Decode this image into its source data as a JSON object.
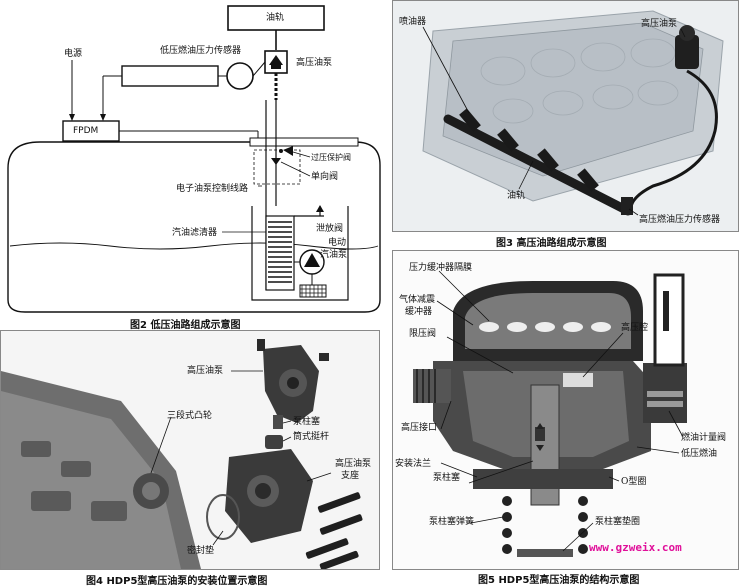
{
  "fig2": {
    "caption": "图2  低压油路组成示意图",
    "labels": {
      "fuel_rail": "油轨",
      "power": "电源",
      "lp_sensor": "低压燃油压力传感器",
      "hp_pump": "高压油泵",
      "fpdm": "FPDM",
      "overpressure_valve": "过压保护阀",
      "check_valve": "单向阀",
      "control_line": "电子油泵控制线路",
      "filter": "汽油滤清器",
      "relief_valve": "泄放阀",
      "electric_pump_1": "电动",
      "electric_pump_2": "汽油泵"
    }
  },
  "fig3": {
    "caption": "图3  高压油路组成示意图",
    "labels": {
      "injector": "喷油器",
      "hp_pump": "高压油泵",
      "fuel_rail": "油轨",
      "hp_sensor": "高压燃油压力传感器"
    }
  },
  "fig4": {
    "caption": "图4  HDP5型高压油泵的安装位置示意图",
    "labels": {
      "hp_pump": "高压油泵",
      "cam": "三段式凸轮",
      "plunger": "泵柱塞",
      "tappet": "筒式挺杆",
      "bracket_1": "高压油泵",
      "bracket_2": "支座",
      "gasket": "密封垫"
    }
  },
  "fig5": {
    "caption": "图5  HDP5型高压油泵的结构示意图",
    "labels": {
      "buffer_diaphragm": "压力缓冲器隔膜",
      "damper_1": "气体减震",
      "damper_2": "缓冲器",
      "pressure_limit_valve": "限压阀",
      "hp_chamber": "高压腔",
      "hp_port": "高压接口",
      "metering_valve": "燃油计量阀",
      "mount_flange": "安装法兰",
      "lp_fuel": "低压燃油",
      "plunger": "泵柱塞",
      "o_ring": "O型圈",
      "plunger_spring": "泵柱塞弹簧",
      "plunger_washer": "泵柱塞垫圈"
    },
    "watermark": "www.gzweix.com"
  }
}
